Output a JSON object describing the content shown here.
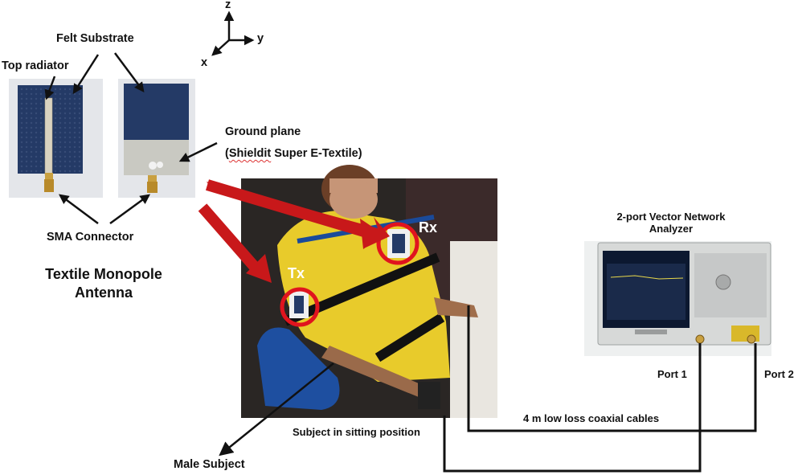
{
  "axes": {
    "z": "z",
    "y": "y",
    "x": "x"
  },
  "antenna": {
    "felt_substrate": "Felt Substrate",
    "top_radiator": "Top radiator",
    "ground_plane_line1": "Ground plane",
    "ground_plane_line2_pre": "(",
    "ground_plane_line2_word": "Shieldit",
    "ground_plane_line2_post": " Super E-Textile)",
    "sma_connector": "SMA Connector",
    "caption_line1": "Textile Monopole",
    "caption_line2": "Antenna"
  },
  "subject": {
    "tx": "Tx",
    "rx": "Rx",
    "sitting": "Subject in sitting position",
    "male": "Male Subject"
  },
  "vna": {
    "title_line1": "2-port Vector Network",
    "title_line2": "Analyzer",
    "port1": "Port 1",
    "port2": "Port 2",
    "cables": "4 m low loss coaxial cables"
  },
  "colors": {
    "felt": "#243a66",
    "radiator": "#d8d2c0",
    "highlight": "#e0141e",
    "arrow_red": "#c8181a",
    "cable": "#111111",
    "vna_body": "#d7d9d8",
    "vna_screen": "#1a2a4a"
  }
}
